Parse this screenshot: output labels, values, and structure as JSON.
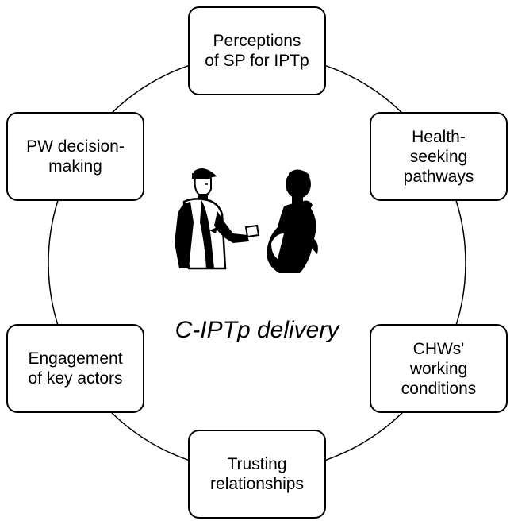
{
  "diagram": {
    "type": "cycle",
    "center_label": "C-IPTp delivery",
    "nodes": [
      {
        "id": "perceptions",
        "label": "Perceptions\nof SP for IPTp"
      },
      {
        "id": "health",
        "label": "Health-\nseeking\npathways"
      },
      {
        "id": "chws",
        "label": "CHWs'\nworking\nconditions"
      },
      {
        "id": "trusting",
        "label": "Trusting\nrelationships"
      },
      {
        "id": "engagement",
        "label": "Engagement\nof key actors"
      },
      {
        "id": "pw",
        "label": "PW decision-\nmaking"
      }
    ],
    "connector": "circle",
    "center_image": "health-worker-handing-medicine-to-pregnant-woman-silhouette",
    "colors": {
      "stroke": "#000000",
      "fill": "#ffffff",
      "text": "#000000"
    }
  }
}
